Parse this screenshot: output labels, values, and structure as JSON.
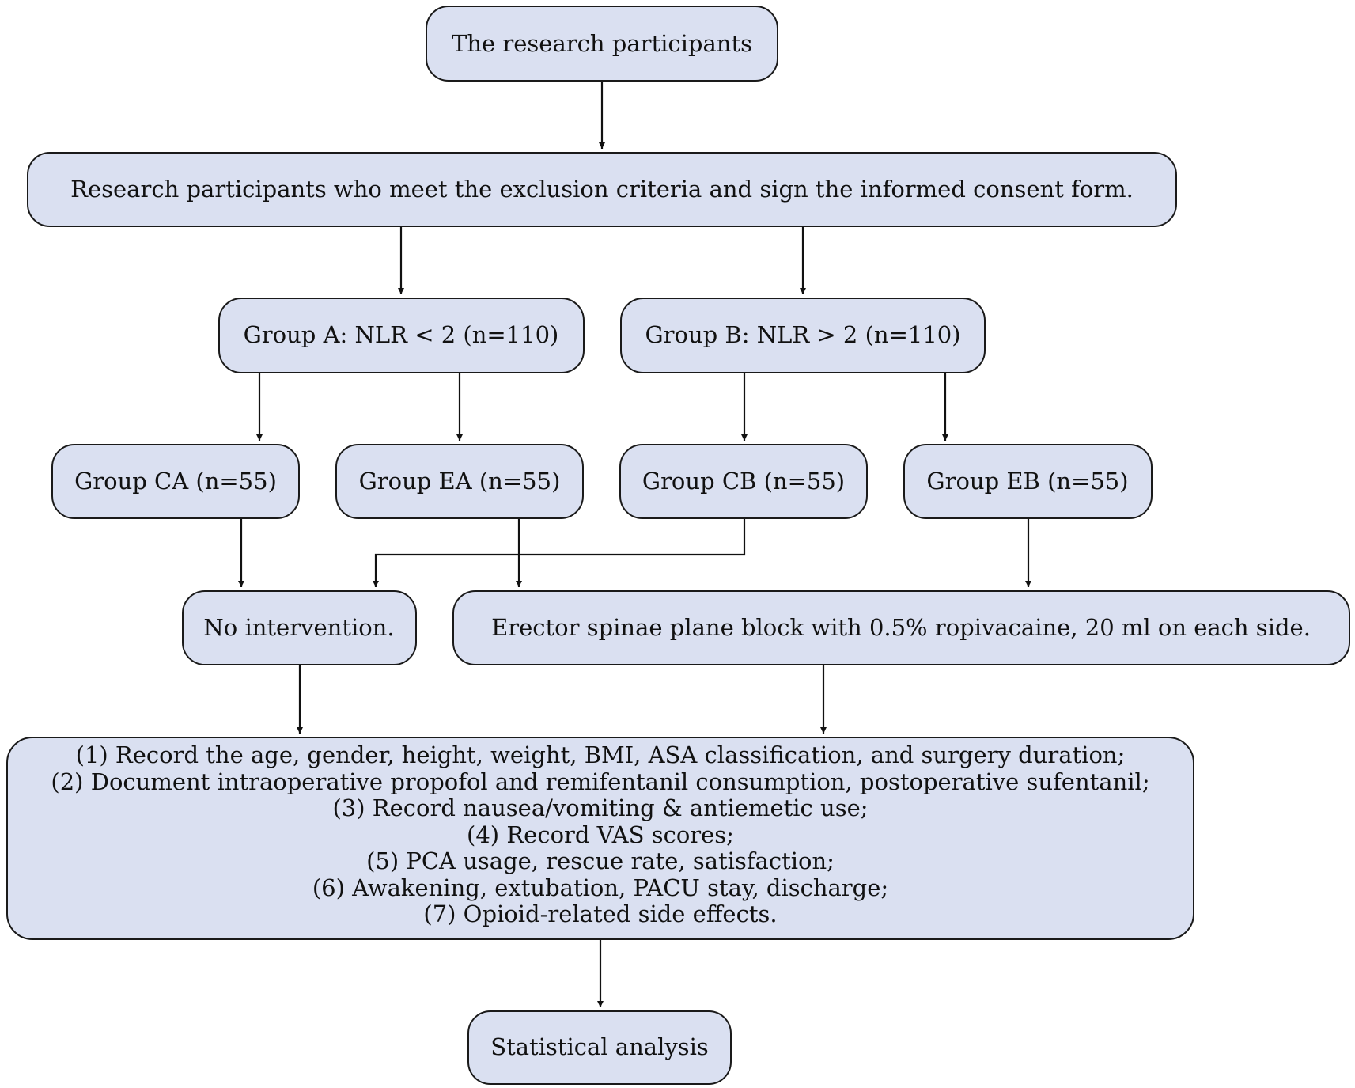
{
  "nodes": {
    "participants": {
      "label": "The research participants"
    },
    "eligible": {
      "label": "Research participants who meet the exclusion criteria and sign the informed consent form."
    },
    "group_a": {
      "label": "Group A: NLR < 2 (n=110)"
    },
    "group_b": {
      "label": "Group B: NLR > 2 (n=110)"
    },
    "group_ca": {
      "label": "Group CA (n=55)"
    },
    "group_ea": {
      "label": "Group EA (n=55)"
    },
    "group_cb": {
      "label": "Group CB (n=55)"
    },
    "group_eb": {
      "label": "Group EB (n=55)"
    },
    "no_intervention": {
      "label": "No intervention."
    },
    "esp_block": {
      "label": "Erector spinae plane block with 0.5% ropivacaine, 20 ml on each side."
    },
    "records": {
      "lines": [
        "(1) Record the age, gender, height, weight, BMI, ASA classification, and surgery duration;",
        "(2) Document intraoperative propofol and remifentanil consumption, postoperative sufentanil;",
        "(3) Record nausea/vomiting & antiemetic use;",
        "(4) Record VAS scores;",
        "(5) PCA usage, rescue rate, satisfaction;",
        "(6) Awakening, extubation, PACU stay, discharge;",
        "(7) Opioid-related side effects."
      ]
    },
    "analysis": {
      "label": "Statistical analysis"
    }
  },
  "colors": {
    "node_fill": "#dae0f1",
    "node_stroke": "#1a1a1a",
    "edge": "#111111"
  }
}
